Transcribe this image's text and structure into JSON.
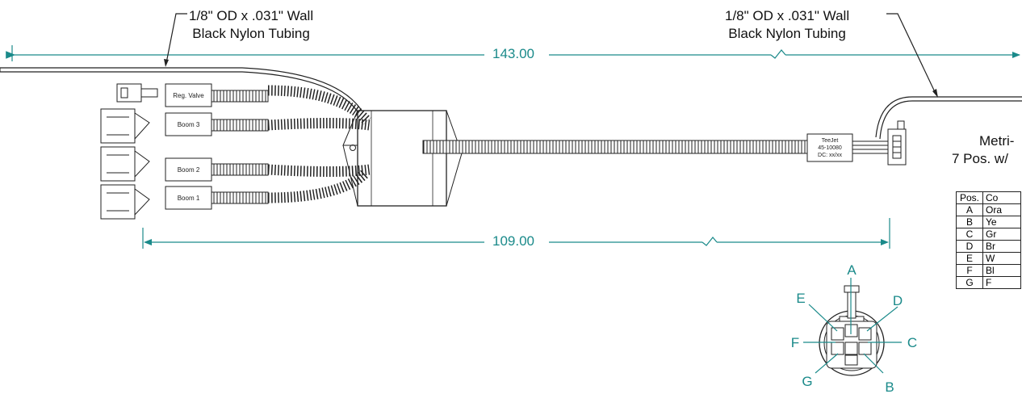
{
  "notes": {
    "tubing_left_line1": "1/8\" OD x .031\" Wall",
    "tubing_left_line2": "Black Nylon Tubing",
    "tubing_right_line1": "1/8\" OD x .031\" Wall",
    "tubing_right_line2": "Black Nylon Tubing"
  },
  "dimensions": {
    "overall": "143.00",
    "harness": "109.00"
  },
  "labels": {
    "reg_valve": "Reg. Valve",
    "boom3": "Boom 3",
    "boom2": "Boom 2",
    "boom1": "Boom 1",
    "tag_line1": "TeeJet",
    "tag_line2": "45-10080",
    "tag_line3": "DC:  xx/xx"
  },
  "connector_title": {
    "line1": "Metri-",
    "line2": "7 Pos. w/"
  },
  "pin_table": {
    "header": [
      "Pos.",
      "Co"
    ],
    "rows": [
      [
        "A",
        "Ora"
      ],
      [
        "B",
        "Ye"
      ],
      [
        "C",
        "Gr"
      ],
      [
        "D",
        "Br"
      ],
      [
        "E",
        "W"
      ],
      [
        "F",
        "Bl"
      ],
      [
        "G",
        "F"
      ]
    ]
  },
  "pins": {
    "a": "A",
    "b": "B",
    "c": "C",
    "d": "D",
    "e": "E",
    "f": "F",
    "g": "G"
  },
  "colors": {
    "dimension": "#1a8a8a",
    "line": "#222222"
  }
}
